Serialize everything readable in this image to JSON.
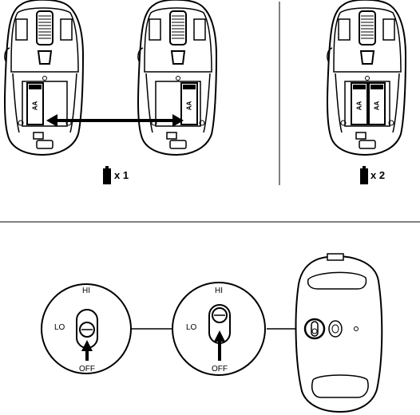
{
  "battery_options": {
    "single": {
      "count_label": "x 1",
      "cell_label": "AA"
    },
    "double": {
      "count_label": "x 2",
      "cell_labels": [
        "AA",
        "AA"
      ]
    }
  },
  "power_switch": {
    "position_hi": "HI",
    "position_lo": "LO",
    "position_off": "OFF",
    "views": [
      "HI",
      "HI"
    ]
  },
  "icons": [
    "battery-icon",
    "double-arrow-icon",
    "up-arrow-icon"
  ]
}
